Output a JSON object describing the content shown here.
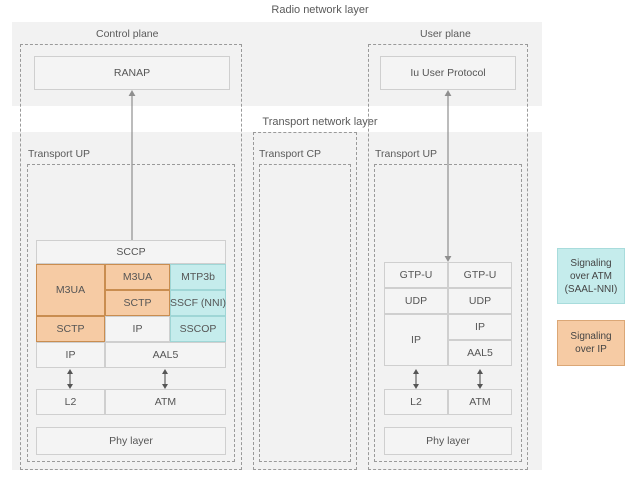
{
  "diagram": {
    "title": "Radio network layer",
    "subtitle": "Transport network layer",
    "radio_layer": {
      "control_plane": {
        "caption": "Control plane",
        "box_label": "RANAP"
      },
      "user_plane": {
        "caption": "User plane",
        "box_label": "Iu User Protocol"
      }
    },
    "transport_layer": {
      "control_transport_up": {
        "caption": "Transport UP",
        "top_box": "SCCP",
        "col_left": [
          "M3UA",
          "SCTP"
        ],
        "col_mid": [
          "M3UA",
          "SCTP",
          "IP"
        ],
        "col_right": [
          "MTP3b",
          "SSCF (NNI)",
          "SSCOP"
        ],
        "row_ip": "IP",
        "row_aal5": "AAL5",
        "row_l2": "L2",
        "row_atm": "ATM",
        "phy": "Phy layer"
      },
      "transport_cp": {
        "caption": "Transport CP"
      },
      "user_transport_up": {
        "caption": "Transport UP",
        "left_col": [
          "GTP-U",
          "UDP",
          "IP"
        ],
        "right_col": [
          "GTP-U",
          "UDP",
          "IP",
          "AAL5"
        ],
        "row_l2": "L2",
        "row_atm": "ATM",
        "phy": "Phy layer"
      }
    },
    "legend": {
      "atm": {
        "line1": "Signaling",
        "line2": "over ATM",
        "line3": "(SAAL-NNI)",
        "color": "#c5ecec"
      },
      "ip": {
        "line1": "Signaling",
        "line2": "over IP",
        "color": "#f6cba4"
      }
    },
    "colors": {
      "band": "#f2f2f2",
      "box_fill": "#f4f4f4",
      "box_border": "#cfcfcf",
      "dashed": "#9a9a9a",
      "arrow": "#8f8f8f"
    }
  }
}
